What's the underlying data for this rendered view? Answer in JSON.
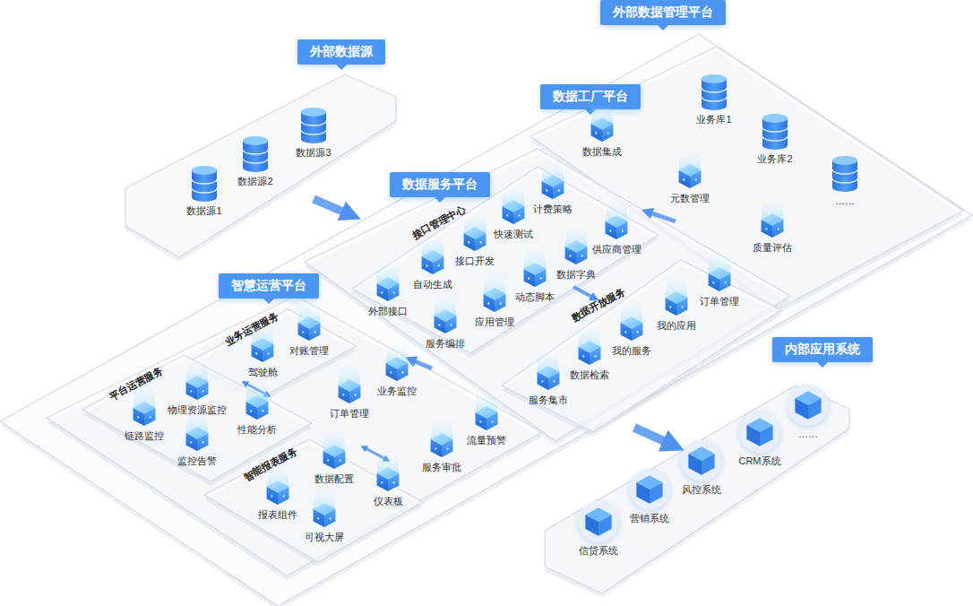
{
  "diagram": {
    "nodes": [
      {
        "text": [
          "外部数据源"
        ]
      },
      {
        "text": [
          "数据源1"
        ],
        "in": 0
      },
      {
        "text": [
          "数据源2"
        ],
        "in": 0
      },
      {
        "text": [
          "数据源3"
        ],
        "in": 0
      },
      {
        "text": [
          "外部数据管理平台"
        ]
      },
      {
        "text": [
          "数据工厂平台"
        ],
        "in": 4
      },
      {
        "text": [
          "数据集成"
        ],
        "in": 5
      },
      {
        "text": [
          "业务库1"
        ],
        "in": 5
      },
      {
        "text": [
          "业务库2"
        ],
        "in": 5
      },
      {
        "text": [
          "元数管理"
        ],
        "in": 5
      },
      {
        "text": [
          "……"
        ],
        "in": 5
      },
      {
        "text": [
          "质量评估"
        ],
        "in": 5
      },
      {
        "text": [
          "数据服务平台"
        ],
        "in": 4
      },
      {
        "text": [
          "接口管理中心"
        ],
        "in": 12
      },
      {
        "text": [
          "计费策略"
        ],
        "in": 13
      },
      {
        "text": [
          "快速测试"
        ],
        "in": 13
      },
      {
        "text": [
          "接口开发"
        ],
        "in": 13
      },
      {
        "text": [
          "供应商管理"
        ],
        "in": 13
      },
      {
        "text": [
          "自动生成"
        ],
        "in": 13
      },
      {
        "text": [
          "数据字典"
        ],
        "in": 13
      },
      {
        "text": [
          "外部接口"
        ],
        "in": 13
      },
      {
        "text": [
          "动态脚本"
        ],
        "in": 13
      },
      {
        "text": [
          "应用管理"
        ],
        "in": 13
      },
      {
        "text": [
          "服务编排"
        ],
        "in": 13
      },
      {
        "text": [
          "数据开放服务"
        ],
        "in": 12
      },
      {
        "text": [
          "订单管理"
        ],
        "in": 24
      },
      {
        "text": [
          "我的应用"
        ],
        "in": 24
      },
      {
        "text": [
          "我的服务"
        ],
        "in": 24
      },
      {
        "text": [
          "数据检索"
        ],
        "in": 24
      },
      {
        "text": [
          "服务集市"
        ],
        "in": 24
      },
      {
        "text": [
          "智慧运营平台"
        ],
        "in": 4
      },
      {
        "text": [
          "业务运营服务"
        ],
        "in": 30
      },
      {
        "text": [
          "对账管理"
        ],
        "in": 31
      },
      {
        "text": [
          "驾驶舱"
        ],
        "in": 31
      },
      {
        "text": [
          "业务监控"
        ],
        "in": 30
      },
      {
        "text": [
          "平台运营服务"
        ],
        "in": 30
      },
      {
        "text": [
          "物理资源监控"
        ],
        "in": 35
      },
      {
        "text": [
          "链路监控"
        ],
        "in": 35
      },
      {
        "text": [
          "性能分析"
        ],
        "in": 35
      },
      {
        "text": [
          "订单管理"
        ],
        "in": 30
      },
      {
        "text": [
          "监控告警"
        ],
        "in": 35
      },
      {
        "text": [
          "流量预警"
        ],
        "in": 30
      },
      {
        "text": [
          "智能报表服务"
        ],
        "in": 30
      },
      {
        "text": [
          "数据配置"
        ],
        "in": 42
      },
      {
        "text": [
          "服务审批"
        ],
        "in": 30
      },
      {
        "text": [
          "仪表板"
        ],
        "in": 42
      },
      {
        "text": [
          "报表组件"
        ],
        "in": 42
      },
      {
        "text": [
          "可视大屏"
        ],
        "in": 42
      },
      {
        "text": [
          "内部应用系统"
        ]
      },
      {
        "text": [
          "……"
        ],
        "in": 48
      },
      {
        "text": [
          "CRM系统"
        ],
        "in": 48
      },
      {
        "text": [
          "风控系统"
        ],
        "in": 48
      },
      {
        "text": [
          "营销系统"
        ],
        "in": 48
      },
      {
        "text": [
          "信贷系统"
        ],
        "in": 48
      }
    ],
    "edges": [
      {
        "from": 0,
        "to": 4,
        "arrow": "to"
      },
      {
        "from": 5,
        "to": 12,
        "arrow": "to"
      },
      {
        "from": 12,
        "to": 30,
        "arrow": "to"
      },
      {
        "from": 13,
        "to": 24,
        "arrow": "to"
      },
      {
        "from": 31,
        "to": 35,
        "arrow": "both"
      },
      {
        "from": 42,
        "to": 44,
        "arrow": "both"
      },
      {
        "from": 4,
        "to": 48,
        "arrow": "to"
      }
    ]
  }
}
